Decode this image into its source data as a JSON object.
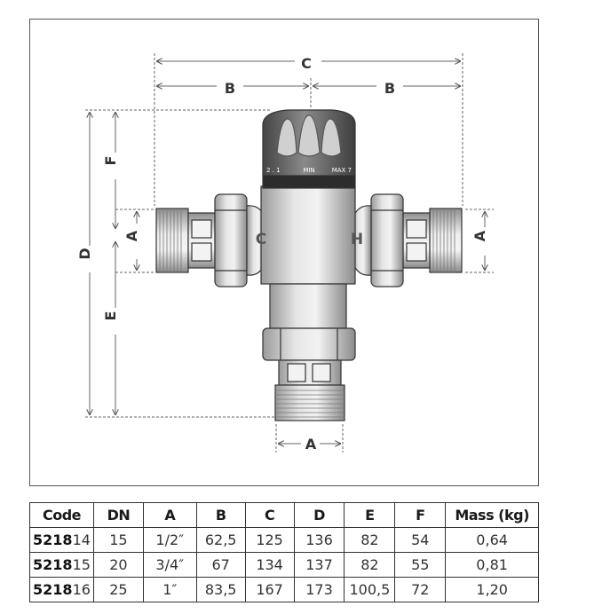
{
  "drawing": {
    "dimension_labels": {
      "c_top": "C",
      "b_left": "B",
      "b_right": "B",
      "d_left": "D",
      "f_left": "F",
      "a_left": "A",
      "e_left": "E",
      "a_right": "A",
      "a_bottom": "A"
    },
    "knob_scale": {
      "left": "2  .  1",
      "middle": "MIN",
      "right": "MAX  7"
    },
    "port_labels": {
      "cold": "C",
      "hot": "H"
    }
  },
  "table": {
    "headers": [
      "Code",
      "DN",
      "A",
      "B",
      "C",
      "D",
      "E",
      "F",
      "Mass (kg)"
    ],
    "rows": [
      {
        "code_prefix": "5218",
        "code_suffix": "14",
        "dn": "15",
        "a": "1/2″",
        "b": "62,5",
        "c": "125",
        "d": "136",
        "e": "82",
        "f": "54",
        "mass": "0,64"
      },
      {
        "code_prefix": "5218",
        "code_suffix": "15",
        "dn": "20",
        "a": "3/4″",
        "b": "67",
        "c": "134",
        "d": "137",
        "e": "82",
        "f": "55",
        "mass": "0,81"
      },
      {
        "code_prefix": "5218",
        "code_suffix": "16",
        "dn": "25",
        "a": "1″",
        "b": "83,5",
        "c": "167",
        "d": "173",
        "e": "100,5",
        "f": "72",
        "mass": "1,20"
      }
    ]
  }
}
